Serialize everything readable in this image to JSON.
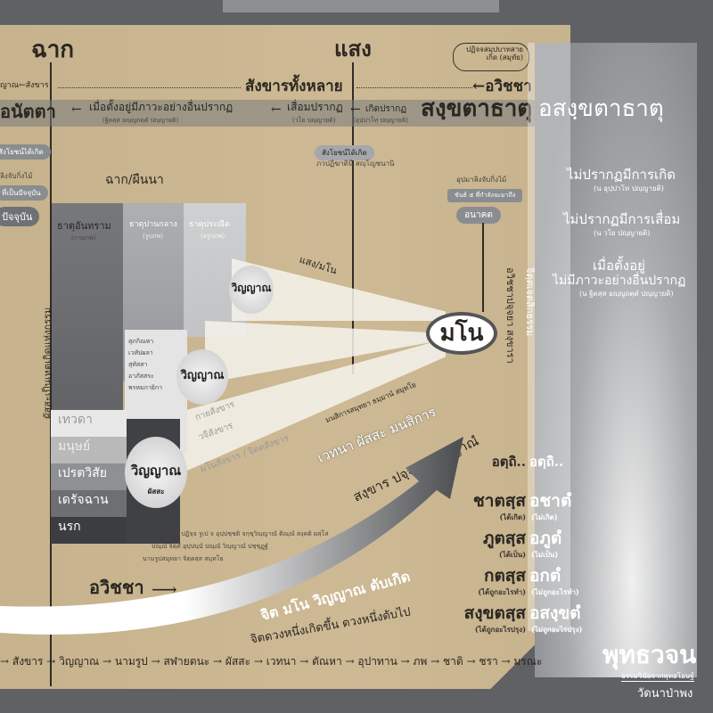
{
  "header": {
    "left_title": "ฉาก",
    "mid_title": "แสง",
    "badge": "ปฏิจจสมุปบาทสายเกิด (สมุทัย)"
  },
  "row1": {
    "left": "ญาณ←สังขาร",
    "center": "สังขารทั้งหลาย",
    "right": "←อวิชชา"
  },
  "band": {
    "far_left": "อนัตตา",
    "arrow": "←",
    "step3": "เมื่อตั้งอยู่มีภาวะอย่างอื่นปรากฏ",
    "step3_sub": "(ฐิตสฺส อญฺญถตฺตํ ปญฺญายติ)",
    "step2": "เสื่อมปรากฏ",
    "step2_sub": "(วโย ปญฺญายติ)",
    "step1": "เกิดปรากฏ",
    "step1_sub": "(อุปฺปาโท ปญฺญายติ)",
    "main": "สงฺขตาธาตุ",
    "ghost": "อสงฺขตาธาตุ"
  },
  "right_panel": {
    "title": "อสงฺขตาธาตุ",
    "items": [
      {
        "main": "ไม่ปรากฏมีการเกิด",
        "sub": "(น อุปฺปาโท ปญฺญายติ)"
      },
      {
        "main": "ไม่ปรากฏมีการเสื่อม",
        "sub": "(น วโย ปญฺญายติ)"
      },
      {
        "main": "เมื่อตั้งอยู่",
        "main2": "ไม่มีภาวะอย่างอื่นปรากฏ",
        "sub": "(น ฐิตสฺส อญฺญถตฺตํ ปญฺญายติ)"
      }
    ]
  },
  "left_edge": {
    "items": [
      "สังโยชน์ได้เกิด",
      "ลิงจับกิ่งไม้",
      "ที่เป็นปัจจุบัน"
    ],
    "present": "ปัจจุบัน",
    "vertical": "ผัสสะเป็นเหตุเกิดแห่งกรรม"
  },
  "field": {
    "title": "ฉาก/ผืนนา",
    "col1": "ธาตุอันทราม",
    "col1_sub": "(กามภพ)",
    "col2": "ธาตุปานกลาง",
    "col2_sub": "(รูปภพ)",
    "col3": "ธาตุประณีต",
    "col3_sub": "(อรูปภพ)"
  },
  "realms": [
    "เทวดา",
    "มนุษย์",
    "เปรตวิสัย",
    "เดรัจฉาน",
    "นรก"
  ],
  "mid_realms": [
    "สุภกิณหา",
    "เวหัปผลา",
    "สุทัสสา",
    "อาภัสสระ",
    "พรหมกายิกา"
  ],
  "consciousness": {
    "label": "วิญญาณ",
    "sub": "ผัสสะ"
  },
  "samyojana": {
    "pill": "สังโยชน์ได้เกิด",
    "sub": "ภวปฏิฆาตินี สญฺโญชนานิ"
  },
  "monkey": {
    "label": "อุปมาลิงจับกิ่งไม้",
    "pill": "ขันธ์ ๕ ที่กำลังจะมาถึง",
    "future": "อนาคต"
  },
  "light": {
    "label": "แสง/มโน"
  },
  "mano": "มโน",
  "sankhara_beam": [
    "กายสังขาร",
    "วจีสังขาร",
    "มโนสังขาร / จิตตสังขาร"
  ],
  "curve": {
    "line1": "มนสิการสมุทยา ธมฺมานํ สมุทโย",
    "line2": "เวทนา ผัสสะ มนสิการ",
    "line3": "สงฺขาร ปจฺจยา วิญฺญาณํ",
    "arrow_label": "จิต มโน วิญญาณ ดับเกิด",
    "below": "จิตดวงหนึ่งเกิดขึ้น ดวงหนึ่งดับไป",
    "avijja": "อวิชชา"
  },
  "vertical_right": [
    "อวิชชาปจฺจยา สงฺขารา",
    "จิตฺตเจตสิกธรรม"
  ],
  "refs": [
    "จกฺขุญฺจ ปฏิจฺจ รูเป จ อุปฺปชฺชติ จกฺขุวิญฺญาณํ ติณฺณํ สงฺคติ ผสฺโส",
    "ปณฺณํ จิตฺตํ อุปฺปนฺนํ ปณฺณํ วิญฺญาณํ ปชฺชุฏฺฐํ",
    "นามรูปสมุทยา จิตฺตสฺส สมุทโย"
  ],
  "chain": [
    "สังขาร",
    "วิญญาณ",
    "นามรูป",
    "สฬายตนะ",
    "ผัสสะ",
    "เวทนา",
    "ตัณหา",
    "อุปาทาน",
    "ภพ",
    "ชาติ",
    "ชรา",
    "มรณะ"
  ],
  "pairs": [
    {
      "a": "อตฺถิ..",
      "b": "อตฺถิ..",
      "as": "",
      "bs": ""
    },
    {
      "a": "ชาตสฺส",
      "b": "อชาตํ",
      "as": "(ได้เกิด)",
      "bs": "(ไม่เกิด)"
    },
    {
      "a": "ภูตสฺส",
      "b": "อภูตํ",
      "as": "(ได้เป็น)",
      "bs": "(ไม่เป็น)"
    },
    {
      "a": "กตสฺส",
      "b": "อกตํ",
      "as": "(ได้ถูกอะไรทำ)",
      "bs": "(ไม่ถูกอะไรทำ)"
    },
    {
      "a": "สงฺขตสฺส",
      "b": "อสงฺขตํ",
      "as": "(ได้ถูกอะไรปรุง)",
      "bs": "(ไม่ถูกอะไรปรุง)"
    }
  ],
  "brand": {
    "title": "พุทธวจน",
    "sub": "ธรรมวินัยจากพุทธโอษฐ์",
    "org": "วัดนาป่าพง"
  }
}
